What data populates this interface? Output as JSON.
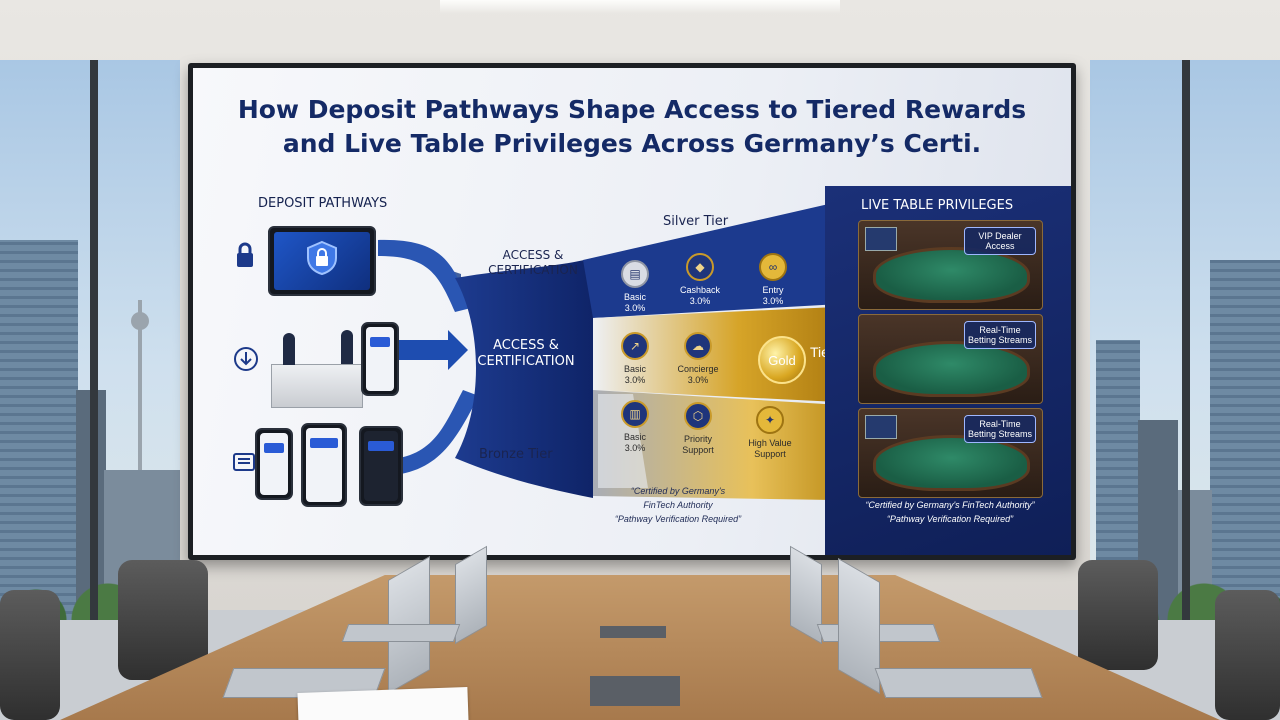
{
  "infographic": {
    "title_line1": "How Deposit Pathways Shape Access to Tiered Rewards",
    "title_line2": "and Live Table Privileges Across Germany’s Certi.",
    "deposit_pathways": "DEPOSIT PATHWAYS",
    "access_top": "ACCESS & CERTIFICATION",
    "access_center": "ACCESS & CERTIFICATION",
    "silver_tier": "Silver Tier",
    "bronze_tier": "Bronze Tier",
    "gold_coin": "Gold",
    "gold_tier": "Tier",
    "live_table_privileges": "LIVE TABLE PRIVILEGES",
    "silver_benefits": [
      {
        "name": "Basic",
        "value": "3.0%"
      },
      {
        "name": "Cashback",
        "value": "3.0%"
      },
      {
        "name": "Entry",
        "value": "3.0%"
      }
    ],
    "gold_benefits": [
      {
        "name": "Basic",
        "value": "3.0%"
      },
      {
        "name": "Concierge",
        "value": "3.0%"
      }
    ],
    "bronze_benefits": [
      {
        "name": "Basic",
        "value": "3.0%"
      },
      {
        "name": "Priority",
        "value": "Support"
      },
      {
        "name": "High Value",
        "value": "Support"
      }
    ],
    "live_cards": [
      {
        "text": "VIP Dealer Access"
      },
      {
        "text": "Real-Time Betting Streams"
      },
      {
        "text": "Real-Time Betting Streams"
      }
    ],
    "cert_note_left_line1": "“Certified by Germany's",
    "cert_note_left_line2": "FinTech Authority",
    "cert_note_left_line3": "“Pathway Verification Required”",
    "cert_note_right_line1": "“Certified by Germany's FinTech Authority”",
    "cert_note_right_line2": "“Pathway Verification Required”"
  },
  "icons": [
    "lock-icon",
    "download-icon",
    "document-icon",
    "shield-lock-icon"
  ],
  "colors": {
    "navy": "#142a66",
    "gold": "#d9a722",
    "silver": "#b8bcc6",
    "felt": "#1a5e45"
  }
}
